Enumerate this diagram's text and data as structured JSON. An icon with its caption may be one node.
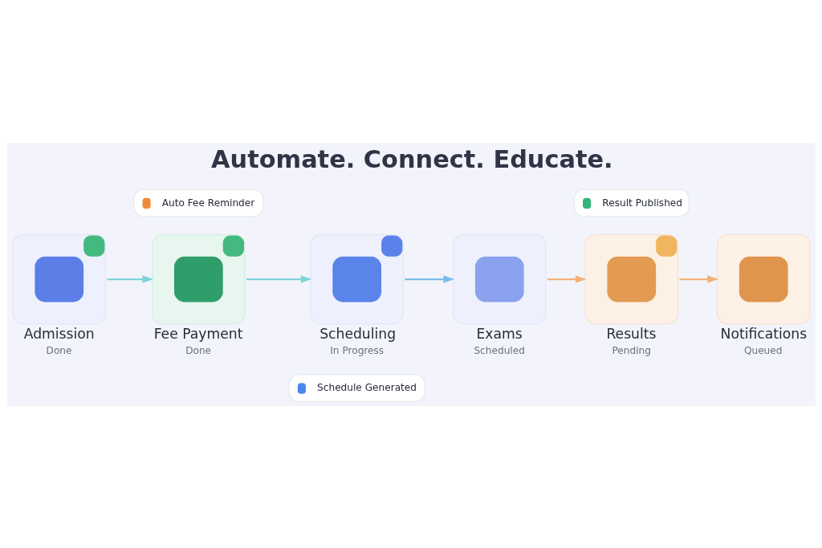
{
  "diagram": {
    "title": "Automate. Connect. Educate.",
    "nodes": [
      {
        "text": [
          "Auto Fee Reminder"
        ]
      },
      {
        "text": [
          "Result Published"
        ]
      },
      {
        "text": [
          "Admission",
          "Done"
        ]
      },
      {
        "text": [
          "Fee Payment",
          "Done"
        ]
      },
      {
        "text": [
          "Scheduling",
          "In Progress"
        ]
      },
      {
        "text": [
          "Exams",
          "Scheduled"
        ]
      },
      {
        "text": [
          "Results",
          "Pending"
        ]
      },
      {
        "text": [
          "Notifications",
          "Queued"
        ]
      },
      {
        "text": [
          "Schedule Generated"
        ]
      }
    ],
    "edges": [
      {
        "from": 2,
        "to": 3,
        "arrow": "to",
        "color": "#7fd3d9"
      },
      {
        "from": 3,
        "to": 4,
        "arrow": "to",
        "color": "#7fd3d9"
      },
      {
        "from": 4,
        "to": 5,
        "arrow": "to",
        "color": "#7cbbe9"
      },
      {
        "from": 5,
        "to": 6,
        "arrow": "to",
        "color": "#f2b277"
      },
      {
        "from": 6,
        "to": 7,
        "arrow": "to",
        "color": "#f2b277"
      }
    ]
  }
}
